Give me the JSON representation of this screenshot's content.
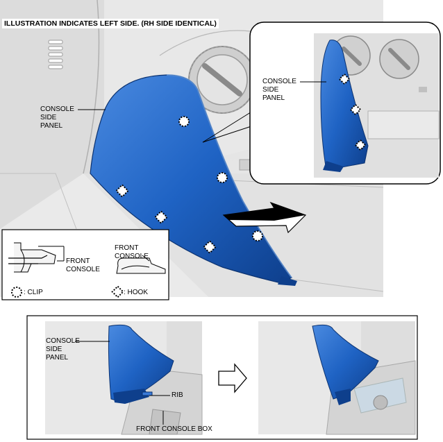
{
  "heading": "ILLUSTRATION INDICATES LEFT SIDE. (RH SIDE IDENTICAL)",
  "main_view": {
    "panel_label": "CONSOLE\nSIDE\nPANEL"
  },
  "inset_view": {
    "panel_label": "CONSOLE\nSIDE\nPANEL"
  },
  "legend": {
    "front_console_left": "FRONT\nCONSOLE",
    "front_console_right": "FRONT\nCONSOLE",
    "clip_label": ": CLIP",
    "hook_label": ": HOOK"
  },
  "bottom_view": {
    "panel_label": "CONSOLE\nSIDE\nPANEL",
    "rib_label": "RIB",
    "box_label": "FRONT CONSOLE BOX"
  },
  "colors": {
    "panel_blue": "#1f63c4",
    "panel_dark": "#0e3f8c",
    "background_gray": "#e6e6e6"
  }
}
